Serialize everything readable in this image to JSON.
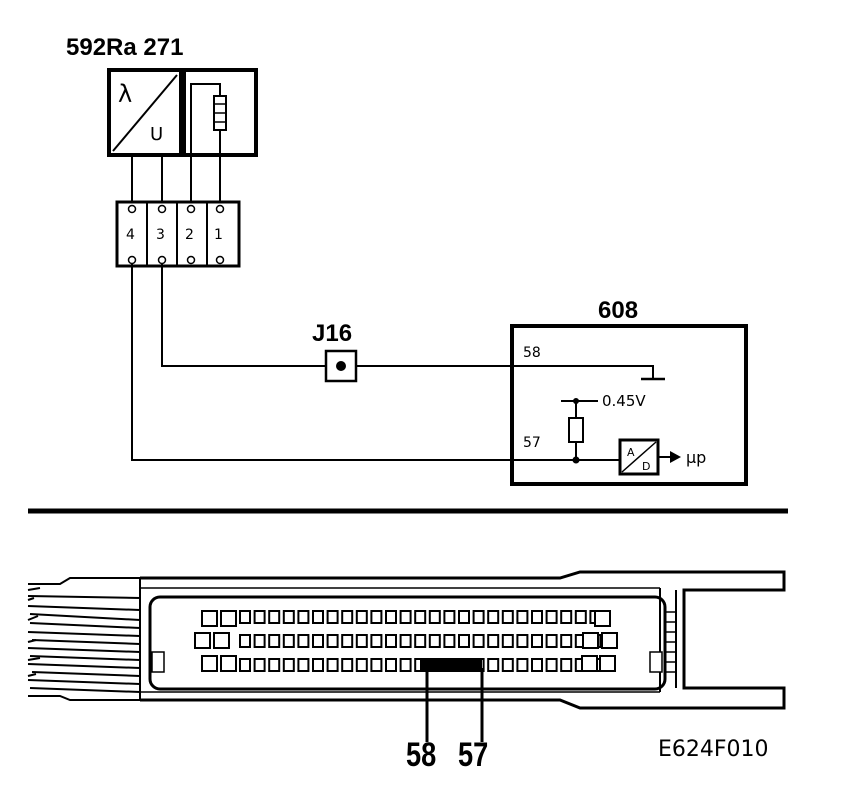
{
  "components": {
    "sensor_label": "592Ra 271",
    "lambda_symbol": "λ",
    "u_symbol": "U",
    "ecu_label": "608",
    "junction_label": "J16"
  },
  "connector": {
    "pins": [
      "4",
      "3",
      "2",
      "1"
    ]
  },
  "ecu": {
    "pin58": "58",
    "pin57": "57",
    "voltage": "0.45V",
    "adc_a": "A",
    "adc_d": "D",
    "output": "µp"
  },
  "lower": {
    "pin_58": "58",
    "pin_57": "57",
    "ref_code": "E624F010"
  }
}
